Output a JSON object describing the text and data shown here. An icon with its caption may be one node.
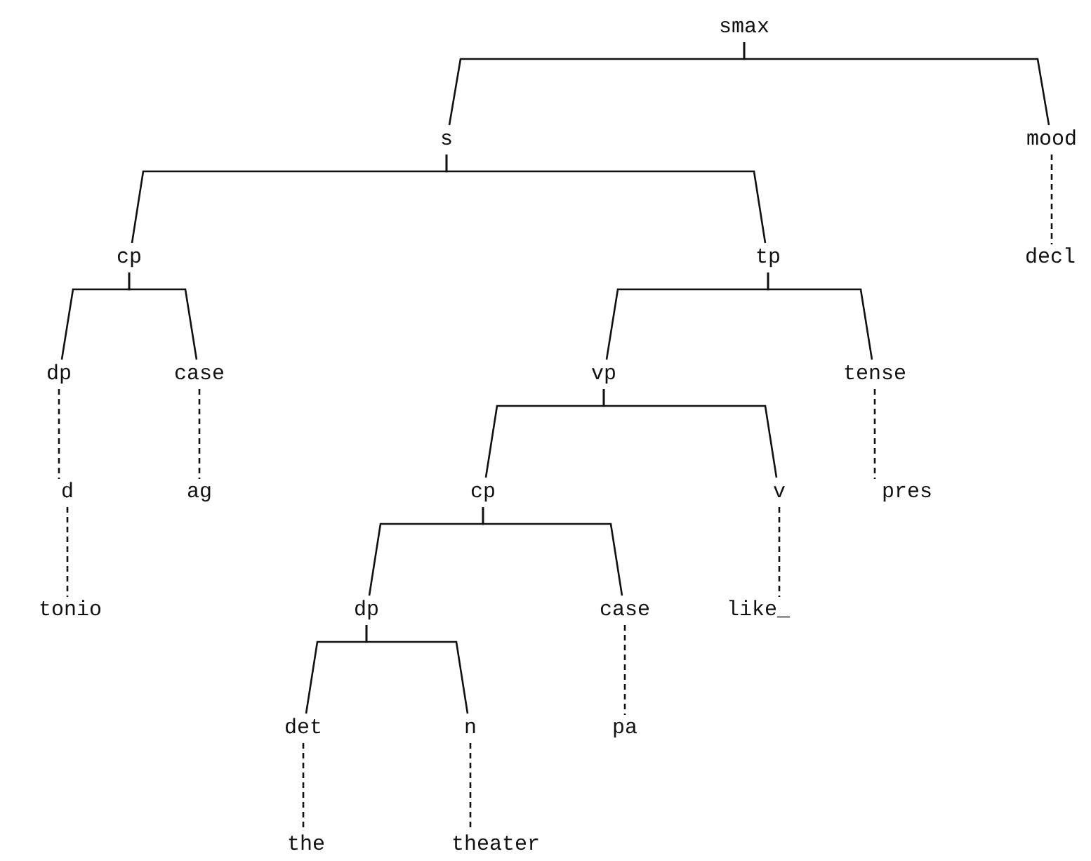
{
  "diagram": {
    "nodes": [
      {
        "text": [
          "smax"
        ]
      },
      {
        "text": [
          "s"
        ]
      },
      {
        "text": [
          "mood"
        ]
      },
      {
        "text": [
          "cp"
        ]
      },
      {
        "text": [
          "tp"
        ]
      },
      {
        "text": [
          "decl"
        ]
      },
      {
        "text": [
          "dp"
        ]
      },
      {
        "text": [
          "case"
        ]
      },
      {
        "text": [
          "vp"
        ]
      },
      {
        "text": [
          "tense"
        ]
      },
      {
        "text": [
          "d"
        ]
      },
      {
        "text": [
          "ag"
        ]
      },
      {
        "text": [
          "cp"
        ]
      },
      {
        "text": [
          "v"
        ]
      },
      {
        "text": [
          "pres"
        ]
      },
      {
        "text": [
          "tonio"
        ]
      },
      {
        "text": [
          "dp"
        ]
      },
      {
        "text": [
          "case"
        ]
      },
      {
        "text": [
          "like_"
        ]
      },
      {
        "text": [
          "det"
        ]
      },
      {
        "text": [
          "n"
        ]
      },
      {
        "text": [
          "pa"
        ]
      },
      {
        "text": [
          "the"
        ]
      },
      {
        "text": [
          "theater"
        ]
      }
    ],
    "edges": [
      {
        "from": 0,
        "to": 1,
        "arrow": "none"
      },
      {
        "from": 0,
        "to": 2,
        "arrow": "none"
      },
      {
        "from": 1,
        "to": 3,
        "arrow": "none"
      },
      {
        "from": 1,
        "to": 4,
        "arrow": "none"
      },
      {
        "from": 2,
        "to": 5,
        "arrow": "none",
        "style": "dashed"
      },
      {
        "from": 3,
        "to": 6,
        "arrow": "none"
      },
      {
        "from": 3,
        "to": 7,
        "arrow": "none"
      },
      {
        "from": 4,
        "to": 8,
        "arrow": "none"
      },
      {
        "from": 4,
        "to": 9,
        "arrow": "none"
      },
      {
        "from": 6,
        "to": 10,
        "arrow": "none",
        "style": "dashed"
      },
      {
        "from": 7,
        "to": 11,
        "arrow": "none",
        "style": "dashed"
      },
      {
        "from": 8,
        "to": 12,
        "arrow": "none"
      },
      {
        "from": 8,
        "to": 13,
        "arrow": "none"
      },
      {
        "from": 9,
        "to": 14,
        "arrow": "none",
        "style": "dashed"
      },
      {
        "from": 10,
        "to": 15,
        "arrow": "none",
        "style": "dashed"
      },
      {
        "from": 12,
        "to": 16,
        "arrow": "none"
      },
      {
        "from": 12,
        "to": 17,
        "arrow": "none"
      },
      {
        "from": 13,
        "to": 18,
        "arrow": "none",
        "style": "dashed"
      },
      {
        "from": 16,
        "to": 19,
        "arrow": "none"
      },
      {
        "from": 16,
        "to": 20,
        "arrow": "none"
      },
      {
        "from": 17,
        "to": 21,
        "arrow": "none",
        "style": "dashed"
      },
      {
        "from": 19,
        "to": 22,
        "arrow": "none",
        "style": "dashed"
      },
      {
        "from": 20,
        "to": 23,
        "arrow": "none",
        "style": "dashed"
      }
    ]
  }
}
